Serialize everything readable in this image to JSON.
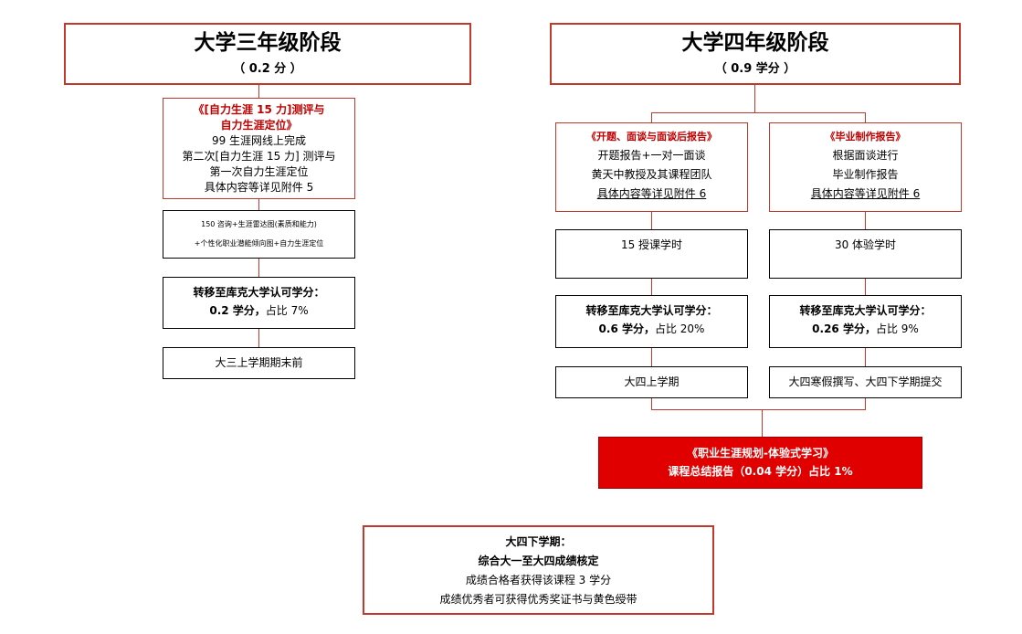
{
  "stage3": {
    "title": "大学三年级阶段",
    "credit": "（ 0.2 分 ）"
  },
  "stage4": {
    "title": "大学四年级阶段",
    "credit": "（ 0.9 学分 ）"
  },
  "s3_assessment": {
    "title1": "《[自力生涯 15 力]测评与",
    "title2": "自力生涯定位》",
    "lines": [
      "99 生涯网线上完成",
      "第二次[自力生涯 15 力] 测评与",
      "第一次自力生涯定位",
      "具体内容等详见附件 5"
    ]
  },
  "s3_consult": {
    "line1": "150 咨询+生涯雷达图(素质和能力)",
    "line2": "+个性化职业潜能倾向图+自力生涯定位"
  },
  "s3_transfer": {
    "title": "转移至库克大学认可学分：",
    "value": "0.2 学分，",
    "ratio": "占比 7%"
  },
  "s3_time": "大三上学期期末前",
  "s4_left": {
    "title": "《开题、面谈与面谈后报告》",
    "line1": "开题报告+一对一面谈",
    "line2": "黄天中教授及其课程团队",
    "line3": "具体内容等详见附件 6",
    "hours": "15 授课学时",
    "transfer_title": "转移至库克大学认可学分：",
    "transfer_value": "0.6 学分，",
    "transfer_ratio": "占比 20%",
    "time": "大四上学期"
  },
  "s4_right": {
    "title": "《毕业制作报告》",
    "line1": "根据面谈进行",
    "line2": "毕业制作报告",
    "line3": "具体内容等详见附件 6",
    "hours": "30 体验学时",
    "transfer_title": "转移至库克大学认可学分：",
    "transfer_value": "0.26 学分，",
    "transfer_ratio": "占比 9%",
    "time": "大四寒假撰写、大四下学期提交"
  },
  "summary": {
    "line1": "《职业生涯规划-体验式学习》",
    "line2": "课程总结报告（0.04 学分）占比 1%"
  },
  "final": {
    "line1": "大四下学期：",
    "line2": "综合大一至大四成绩核定",
    "line3": "成绩合格者获得该课程 3 学分",
    "line4": "成绩优秀者可获得优秀奖证书与黄色绶带"
  },
  "colors": {
    "accent_red": "#c0392b",
    "summary_fill": "#e00000",
    "title_red": "#c00000"
  }
}
